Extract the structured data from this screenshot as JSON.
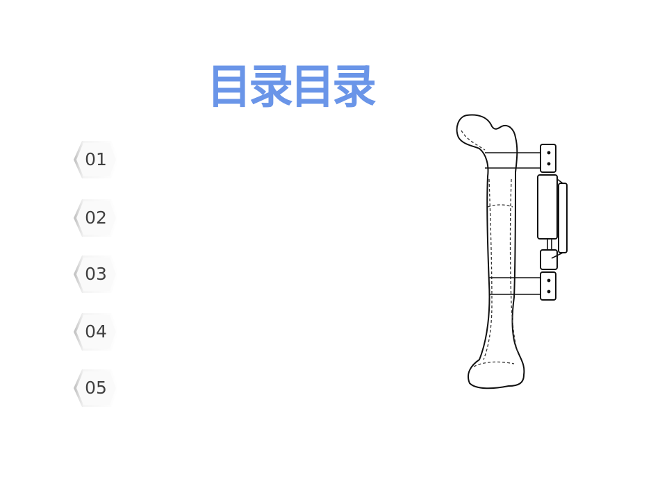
{
  "page": {
    "title": "目录目录"
  },
  "items": [
    {
      "number": "01"
    },
    {
      "number": "02"
    },
    {
      "number": "03"
    },
    {
      "number": "04"
    },
    {
      "number": "05"
    }
  ],
  "colors": {
    "title": "#6a95e8",
    "badge_text": "#404040",
    "badge_fill": "#f6f6f6",
    "badge_edge": "#c8c8c8"
  },
  "illustration": {
    "icon": "femur-external-fixator-icon"
  }
}
